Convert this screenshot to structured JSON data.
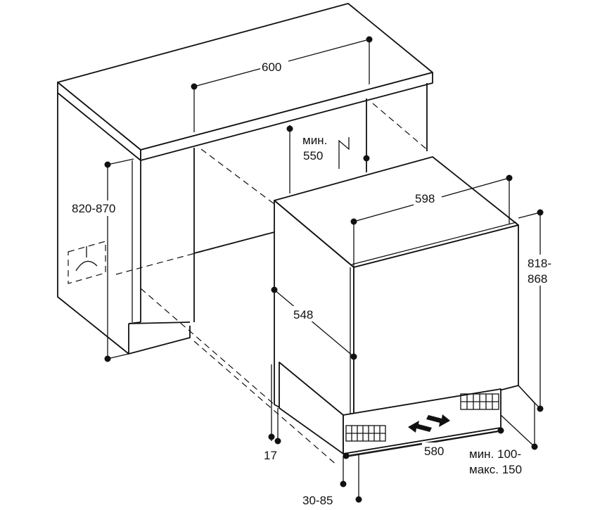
{
  "dimensions": {
    "cabinet_width": "600",
    "min_depth_line1": "мин.",
    "min_depth_line2": "550",
    "cabinet_height": "820-870",
    "appliance_width": "598",
    "appliance_height_line1": "818-",
    "appliance_height_line2": "868",
    "appliance_depth": "548",
    "plinth_width": "580",
    "plinth_offset": "17",
    "plinth_depth_line1": "мин. 100-",
    "plinth_depth_line2": "макс. 150",
    "plinth_recess": "30-85"
  },
  "colors": {
    "line": "#111111",
    "background": "#ffffff"
  },
  "icons": {
    "socket": "electrical-socket-icon",
    "airflow_in": "arrow-in-icon",
    "airflow_out": "arrow-out-icon"
  }
}
